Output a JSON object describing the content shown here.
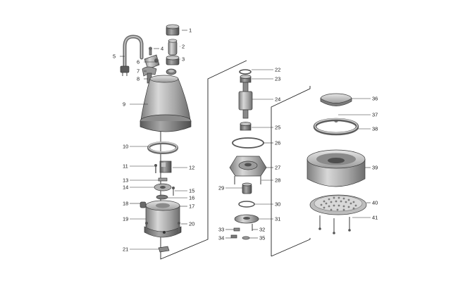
{
  "diagram": {
    "parts": [
      {
        "id": "1"
      },
      {
        "id": "2"
      },
      {
        "id": "3"
      },
      {
        "id": "4"
      },
      {
        "id": "5"
      },
      {
        "id": "6"
      },
      {
        "id": "7"
      },
      {
        "id": "8"
      },
      {
        "id": "9"
      },
      {
        "id": "10"
      },
      {
        "id": "11"
      },
      {
        "id": "12"
      },
      {
        "id": "13"
      },
      {
        "id": "14"
      },
      {
        "id": "15"
      },
      {
        "id": "16"
      },
      {
        "id": "17"
      },
      {
        "id": "18"
      },
      {
        "id": "19"
      },
      {
        "id": "20"
      },
      {
        "id": "21"
      },
      {
        "id": "22"
      },
      {
        "id": "23"
      },
      {
        "id": "24"
      },
      {
        "id": "25"
      },
      {
        "id": "26"
      },
      {
        "id": "27"
      },
      {
        "id": "28"
      },
      {
        "id": "29"
      },
      {
        "id": "30"
      },
      {
        "id": "31"
      },
      {
        "id": "32"
      },
      {
        "id": "33"
      },
      {
        "id": "34"
      },
      {
        "id": "35"
      },
      {
        "id": "36"
      },
      {
        "id": "37"
      },
      {
        "id": "38"
      },
      {
        "id": "39"
      },
      {
        "id": "40"
      },
      {
        "id": "41"
      }
    ],
    "colors": {
      "metal_dark": "#8a8a8a",
      "metal_mid": "#b4b4b4",
      "metal_light": "#dcdcdc",
      "line": "#2a2a2a"
    }
  }
}
